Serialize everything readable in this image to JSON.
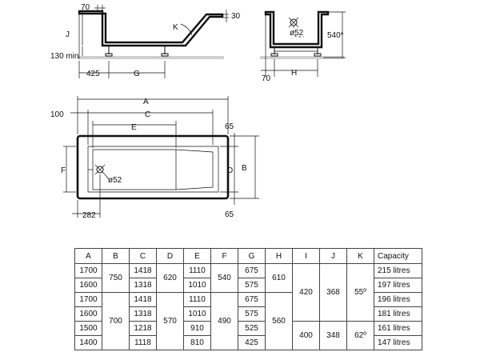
{
  "labels": {
    "side_wall": "70",
    "side_rim": "30",
    "side_height": "J",
    "side_angle": "K",
    "side_clearance": "130 min",
    "side_offset": "425",
    "side_leg_span": "G",
    "end_drain": "ø52",
    "end_height": "540*",
    "end_wall": "70",
    "end_leg_span": "H",
    "plan_overall": "A",
    "plan_inner": "C",
    "plan_base": "E",
    "plan_offset": "100",
    "plan_rim_top": "65",
    "plan_rim_bottom": "65",
    "plan_width_inner": "F",
    "plan_width_mid": "D",
    "plan_width_overall": "B",
    "plan_drain": "ø52",
    "plan_drain_offset": "282"
  },
  "table": {
    "headers": [
      "A",
      "B",
      "C",
      "D",
      "E",
      "F",
      "G",
      "H",
      "I",
      "J",
      "K",
      "Capacity"
    ],
    "col_a": [
      "1700",
      "1600",
      "1700",
      "1600",
      "1500",
      "1400"
    ],
    "col_b": [
      "750",
      "700"
    ],
    "col_c": [
      "1418",
      "1318",
      "1418",
      "1318",
      "1218",
      "1118"
    ],
    "col_d": [
      "620",
      "570"
    ],
    "col_e": [
      "1110",
      "1010",
      "1110",
      "1010",
      "910",
      "810"
    ],
    "col_f": [
      "540",
      "490"
    ],
    "col_g": [
      "675",
      "575",
      "675",
      "575",
      "525",
      "425"
    ],
    "col_h": [
      "610",
      "560"
    ],
    "col_i": [
      "420",
      "400"
    ],
    "col_j": [
      "368",
      "348"
    ],
    "col_k": [
      "55º",
      "62º"
    ],
    "capacity": [
      "215 litres",
      "197 litres",
      "196 litres",
      "181 litres",
      "161 litres",
      "147 litres"
    ]
  }
}
